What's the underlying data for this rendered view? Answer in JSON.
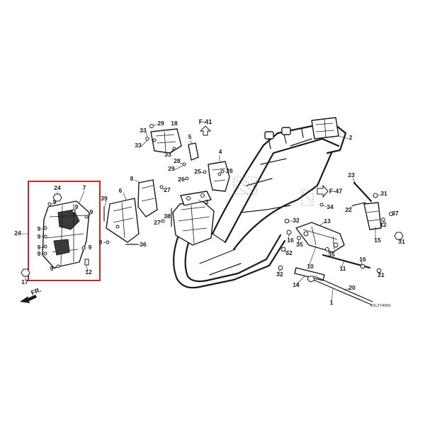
{
  "diagram": {
    "refs": {
      "f41": "F-41",
      "f47": "F-47"
    },
    "direction_label": "FR.",
    "part_code": "K0L2Y4000",
    "colors": {
      "highlight": "#c62828",
      "line": "#1a1a1a"
    },
    "callouts": [
      "29",
      "18",
      "33",
      "33",
      "33",
      "5",
      "4",
      "28",
      "29",
      "25",
      "26",
      "26",
      "8",
      "27",
      "6",
      "39",
      "3",
      "38",
      "27",
      "9",
      "36",
      "24",
      "7",
      "9",
      "9",
      "9",
      "9",
      "24",
      "9",
      "9",
      "9",
      "9",
      "9",
      "12",
      "17",
      "2",
      "23",
      "31",
      "34",
      "22",
      "37",
      "13",
      "32",
      "12",
      "16",
      "35",
      "15",
      "31",
      "32",
      "35",
      "10",
      "11",
      "16",
      "21",
      "32",
      "14",
      "20",
      "1"
    ]
  }
}
